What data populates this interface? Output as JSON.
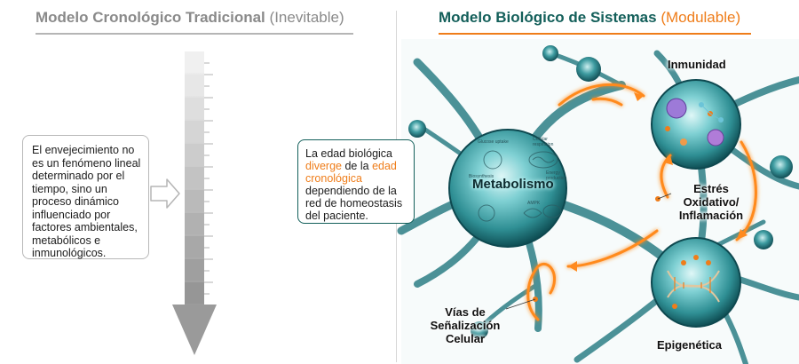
{
  "left": {
    "title_main": "Modelo Cronológico Tradicional",
    "title_sub": "(Inevitable)",
    "description": "El envejecimiento no es un fenómeno lineal determinado por el tiempo, sino un proceso dinámico influenciado por factores ambientales, metabólicos e inmunológicos."
  },
  "right": {
    "title_main": "Modelo Biológico de Sistemas",
    "title_sub": "(Modulable)",
    "callout": {
      "part1": "La edad biológica ",
      "highlight1": "diverge",
      "part2": " de la ",
      "highlight2": "edad cronológica",
      "part3": " dependiendo de la red de homeostasis del paciente."
    },
    "nodes": {
      "metabolismo": "Metabolismo",
      "inmunidad": "Inmunidad",
      "estres": "Estrés Oxidativo/ Inflamación",
      "vias": "Vías de Señalización Celular",
      "epigenetica": "Epigenética"
    },
    "micro_labels": {
      "glucose": "Glucose uptake",
      "cellular": "Cellular respiration",
      "energy": "Energy production",
      "biosynthesis": "Biosynthesis",
      "ampk": "AMPK"
    }
  },
  "colors": {
    "left_title": "#8a8a8a",
    "right_title": "#135f5a",
    "accent_orange": "#ef7d1a",
    "cell_teal": "#2f8f94",
    "ruler_gray": "#c9c9c9"
  },
  "icons": [
    "outline-arrow-right-icon",
    "timeline-ruler-icon",
    "down-arrow-icon",
    "cell-network-icon"
  ]
}
